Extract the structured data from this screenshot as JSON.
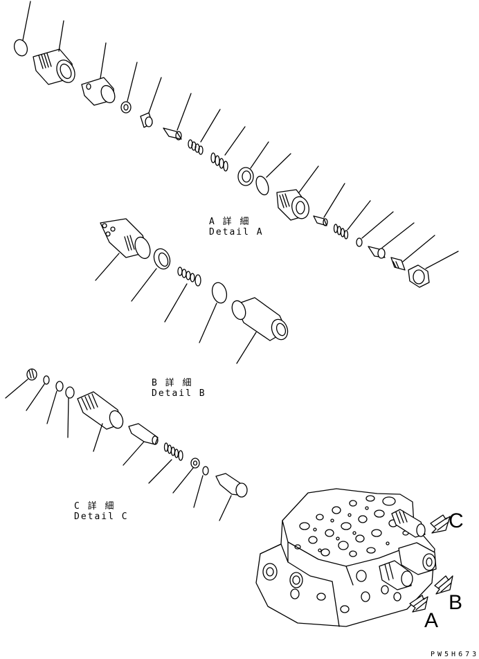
{
  "detail_a": {
    "title": "A 詳 細",
    "subtitle": "Detail A"
  },
  "detail_b": {
    "title": "B 詳 細",
    "subtitle": "Detail B"
  },
  "detail_c": {
    "title": "C 詳 細",
    "subtitle": "Detail C"
  },
  "view_labels": {
    "a": "A",
    "b": "B",
    "c": "C"
  },
  "drawing_code": "PW5H673",
  "line_color": "#000000",
  "fill_color": "#ffffff"
}
